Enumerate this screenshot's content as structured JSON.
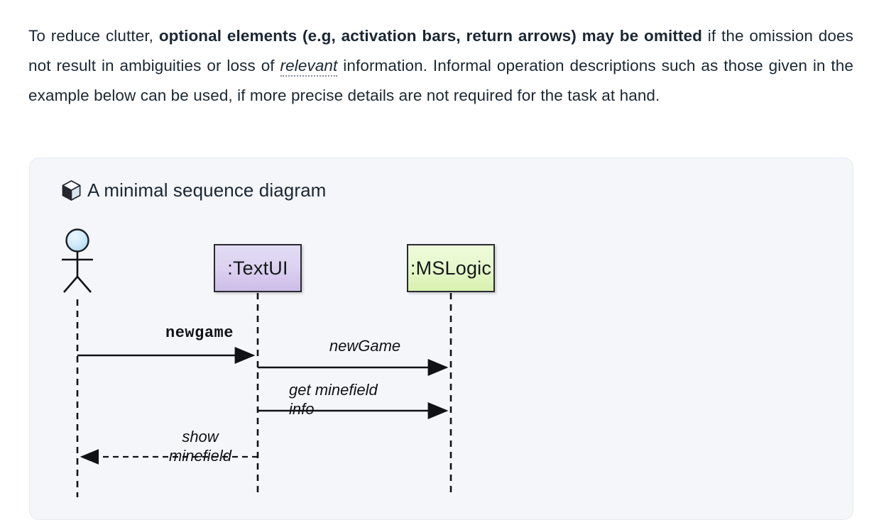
{
  "prose": {
    "segment_1": "To reduce clutter, ",
    "segment_2_bold": "optional elements (e.g, activation bars, return arrows) may be omitted",
    "segment_3": " if the omission does not result in ambiguities or loss of ",
    "segment_4_tooltip": "relevant",
    "segment_5": " information. Informal operation descriptions such as those given in the example below can be used, if more precise details are not required for the task at hand."
  },
  "panel": {
    "icon": "cube-icon",
    "title": "A minimal sequence diagram"
  },
  "diagram": {
    "type": "uml-sequence-diagram",
    "actor": {
      "name": "actor",
      "shape": "stick-figure",
      "head_color": "#bfe4f5",
      "label": ""
    },
    "participants": [
      {
        "id": "textui",
        "label": ":TextUI",
        "fill": "#ddd3f0",
        "border": "#2a2a30"
      },
      {
        "id": "mslogic",
        "label": ":MSLogic",
        "fill": "#e7f8cd",
        "border": "#2a2a30"
      }
    ],
    "messages": [
      {
        "id": "m1",
        "label": "newgame",
        "from": "actor",
        "to": "textui",
        "style": "solid",
        "direction": "right",
        "font": "monospace-bold"
      },
      {
        "id": "m2",
        "label": "newGame",
        "from": "textui",
        "to": "mslogic",
        "style": "solid",
        "direction": "right",
        "font": "italic"
      },
      {
        "id": "m3",
        "label": "get minefield\ninfo",
        "from": "textui",
        "to": "mslogic",
        "style": "solid",
        "direction": "right",
        "font": "italic"
      },
      {
        "id": "m4",
        "label": "show\nminefield",
        "from": "textui",
        "to": "actor",
        "style": "dashed",
        "direction": "left",
        "font": "italic"
      }
    ]
  }
}
